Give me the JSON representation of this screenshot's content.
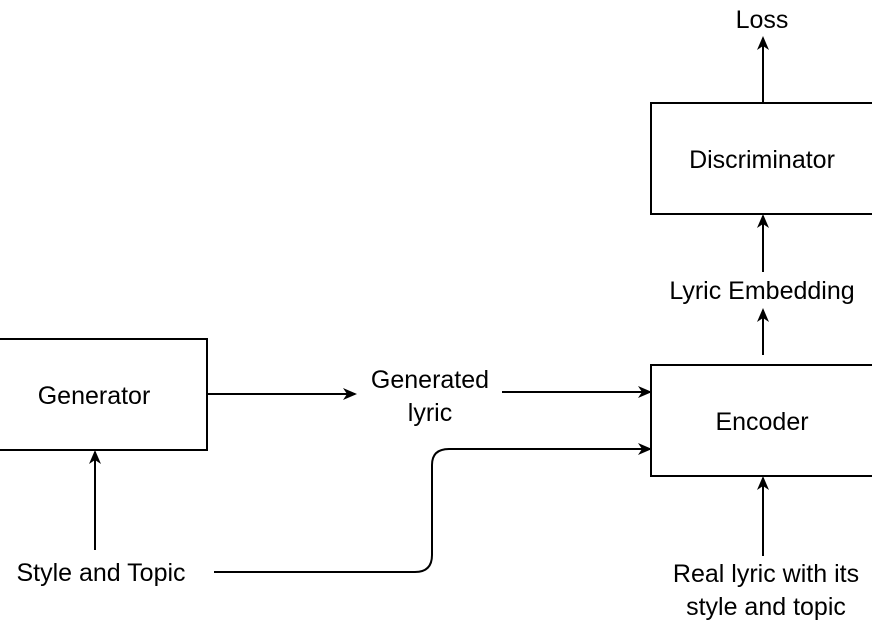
{
  "diagram": {
    "nodes": {
      "generator": "Generator",
      "encoder": "Encoder",
      "discriminator": "Discriminator"
    },
    "labels": {
      "loss": "Loss",
      "lyric_embedding": "Lyric Embedding",
      "generated_lyric_line1": "Generated",
      "generated_lyric_line2": "lyric",
      "style_and_topic": "Style and Topic",
      "real_lyric_line1": "Real lyric with its",
      "real_lyric_line2": "style and topic"
    },
    "colors": {
      "stroke": "#000000",
      "background": "#ffffff"
    }
  }
}
